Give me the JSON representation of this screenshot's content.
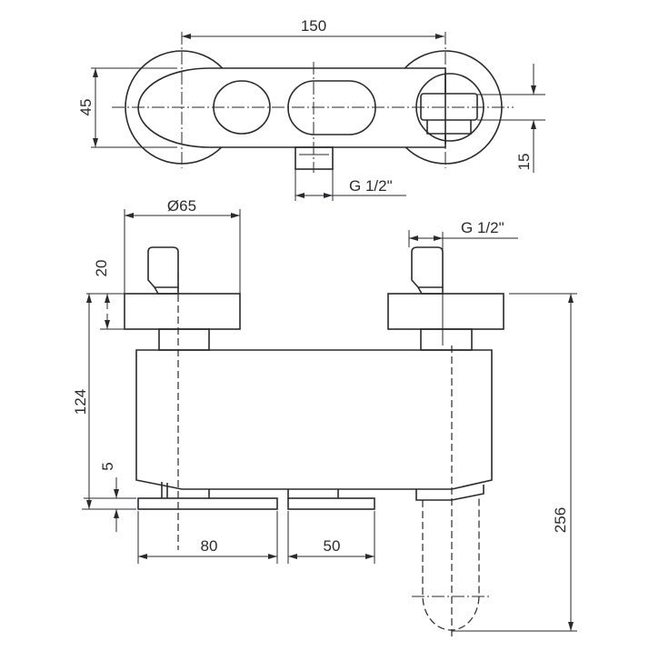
{
  "top_view": {
    "width_dim": "150",
    "height_dim": "45",
    "offset_dim": "15",
    "outlet_thread": "G 1/2\""
  },
  "front_view": {
    "flange_diameter": "Ø65",
    "inlet_thread": "G 1/2\"",
    "fitting_height": "20",
    "body_height": "124",
    "plate_thickness": "5",
    "left_plate_width": "80",
    "right_plate_width": "50",
    "overall_height": "256"
  },
  "colors": {
    "line": "#2a2a30",
    "background": "#ffffff"
  }
}
